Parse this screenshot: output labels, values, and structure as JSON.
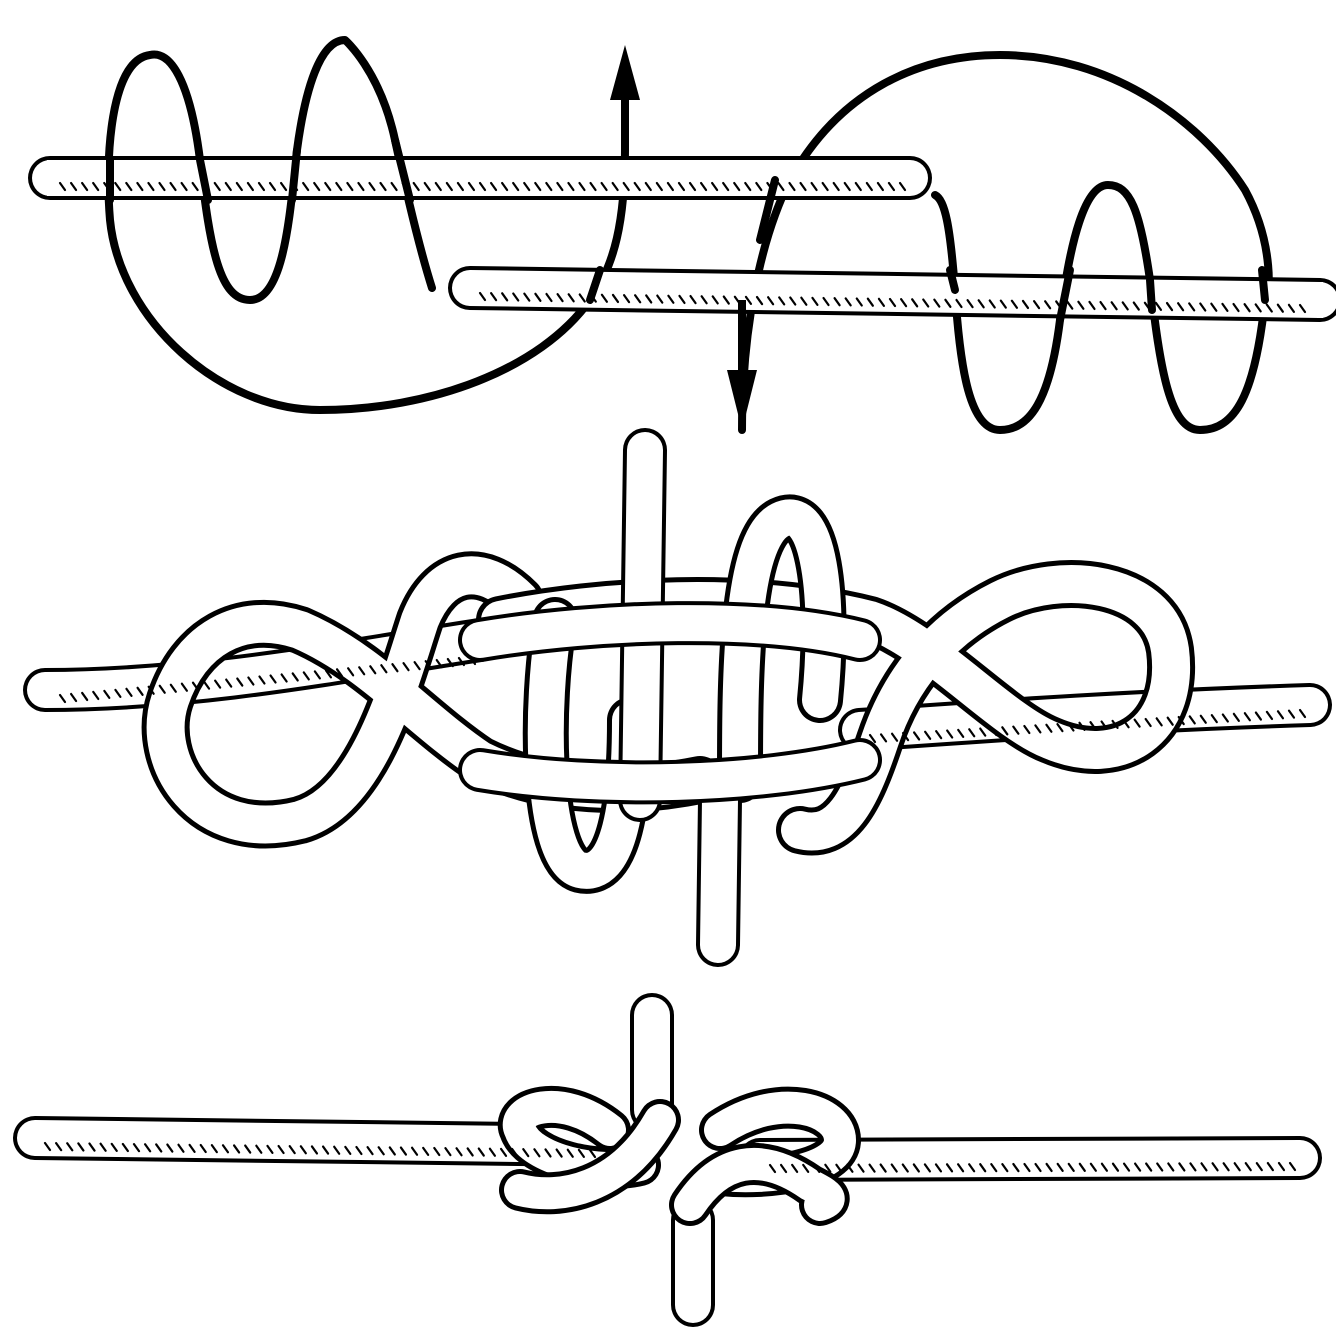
{
  "figure": {
    "panels": [
      {
        "id": "step-1",
        "elements": [
          "upper-line",
          "lower-line",
          "left-coil",
          "right-coil",
          "up-arrow",
          "down-arrow"
        ]
      },
      {
        "id": "step-2",
        "elements": [
          "main-line",
          "left-figure-eight-loop",
          "right-figure-eight-loop",
          "center-up-end",
          "center-down-end",
          "inner-bights"
        ]
      },
      {
        "id": "step-3",
        "elements": [
          "joined-line",
          "tightened-knot",
          "top-tag-end",
          "bottom-tag-end"
        ]
      }
    ],
    "colors": {
      "ink": "#000000",
      "rope_fill": "#ffffff",
      "background": "#ffffff"
    }
  }
}
